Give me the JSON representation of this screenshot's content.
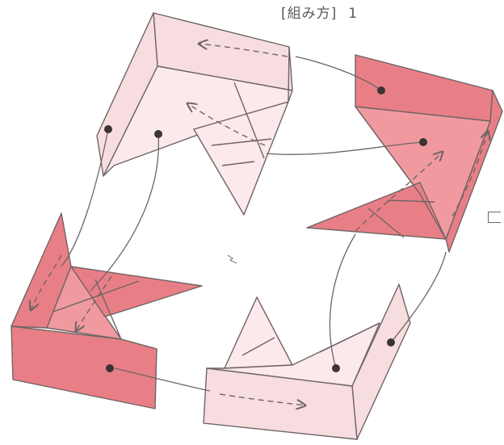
{
  "caption": {
    "title": "[組み方]",
    "step": "1"
  },
  "colors": {
    "light_paper": "#f7dde0",
    "light_fold": "#fbe9eb",
    "dark_paper": "#e97f86",
    "dark_fold": "#f09aa0",
    "line": "#6f6465",
    "background": "#ffffff"
  },
  "pieces": [
    {
      "name": "top-left-piece",
      "shade": "light"
    },
    {
      "name": "top-right-piece",
      "shade": "dark"
    },
    {
      "name": "bottom-left-piece",
      "shade": "dark"
    },
    {
      "name": "bottom-right-piece",
      "shade": "light"
    }
  ],
  "icons": [
    "insertion-dot-icon",
    "dashed-arrow-icon",
    "curved-guide-line-icon"
  ]
}
